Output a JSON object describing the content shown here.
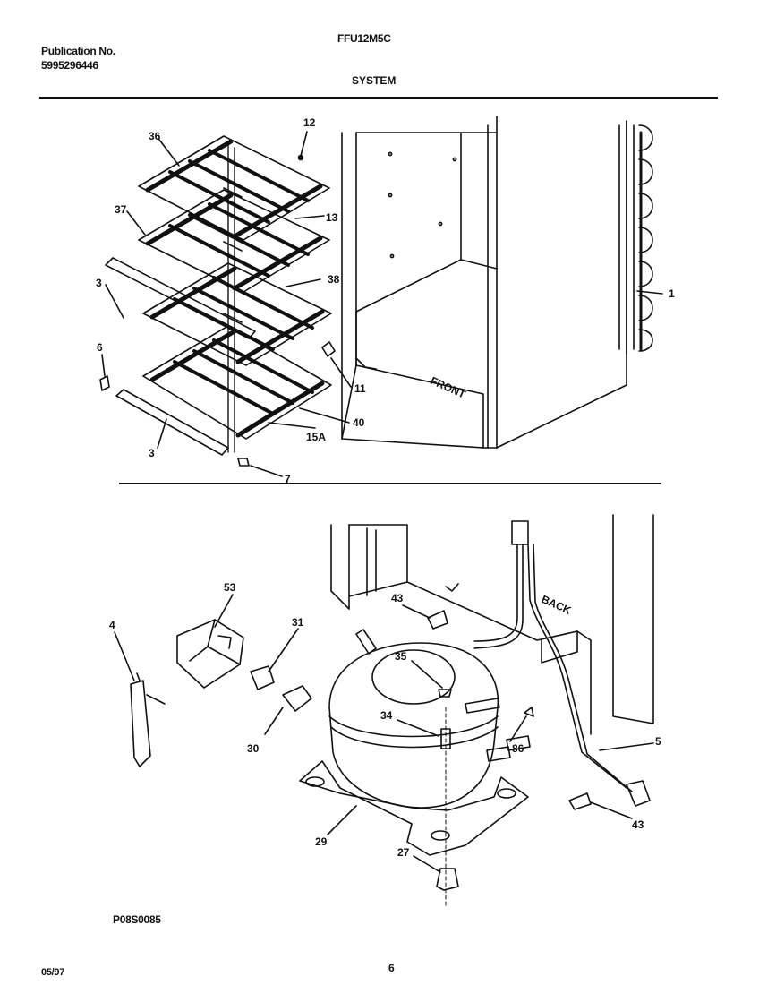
{
  "header": {
    "publication_label": "Publication No.",
    "publication_number": "5995296446",
    "model": "FFU12M5C",
    "section_title": "SYSTEM"
  },
  "diagram": {
    "front_label": "FRONT",
    "back_label": "BACK",
    "callouts_upper": [
      "36",
      "12",
      "37",
      "13",
      "3",
      "38",
      "1",
      "6",
      "11",
      "40",
      "15A",
      "3",
      "7"
    ],
    "callouts_lower": [
      "53",
      "4",
      "31",
      "43",
      "35",
      "34",
      "30",
      "86",
      "5",
      "29",
      "43",
      "27"
    ],
    "figure_code": "P08S0085"
  },
  "footer": {
    "date": "05/97",
    "page_number": "6"
  }
}
